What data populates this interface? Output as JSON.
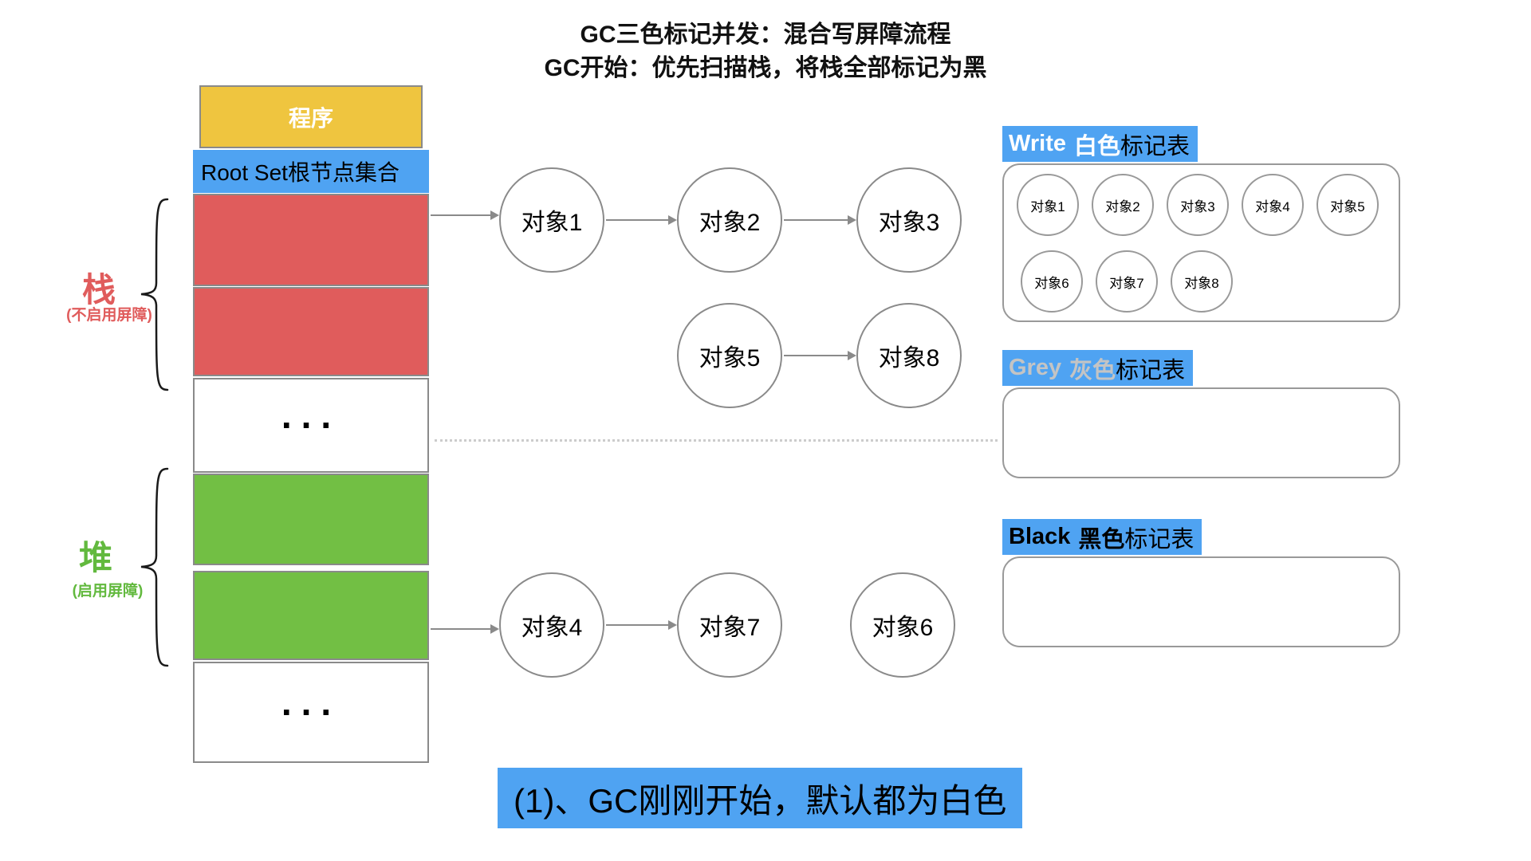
{
  "title": {
    "line1": "GC三色标记并发：混合写屏障流程",
    "line2": "GC开始：优先扫描栈，将栈全部标记为黑"
  },
  "memory_column": {
    "program_label": "程序",
    "root_set_label": "Root Set根节点集合",
    "ellipsis": "...",
    "stack_label": "栈",
    "stack_note": "(不启用屏障)",
    "heap_label": "堆",
    "heap_note": "(启用屏障)"
  },
  "graph": {
    "nodes": [
      {
        "id": "obj1",
        "label": "对象1"
      },
      {
        "id": "obj2",
        "label": "对象2"
      },
      {
        "id": "obj3",
        "label": "对象3"
      },
      {
        "id": "obj5",
        "label": "对象5"
      },
      {
        "id": "obj8",
        "label": "对象8"
      },
      {
        "id": "obj4",
        "label": "对象4"
      },
      {
        "id": "obj7",
        "label": "对象7"
      },
      {
        "id": "obj6",
        "label": "对象6"
      }
    ],
    "edges": [
      "栈块1 → 对象1",
      "对象1 → 对象2",
      "对象2 → 对象3",
      "对象5 → 对象8",
      "堆块2 → 对象4",
      "对象4 → 对象7"
    ]
  },
  "tables": [
    {
      "id": "white",
      "title_en": "Write",
      "title_cn": "白色",
      "title_suffix": "标记表",
      "items": [
        "对象1",
        "对象2",
        "对象3",
        "对象4",
        "对象5",
        "对象6",
        "对象7",
        "对象8"
      ]
    },
    {
      "id": "grey",
      "title_en": "Grey",
      "title_cn": "灰色",
      "title_suffix": "标记表",
      "items": []
    },
    {
      "id": "black",
      "title_en": "Black",
      "title_cn": "黑色",
      "title_suffix": "标记表",
      "items": []
    }
  ],
  "caption": "(1)、GC刚刚开始，默认都为白色",
  "colors": {
    "accent_blue": "#4FA3F2",
    "stack_red": "#E05C5C",
    "heap_green": "#72BF44",
    "program_yellow": "#EFC53F",
    "grey_marker_text": "#C4C4C4",
    "border_grey": "#8A8A8A"
  }
}
